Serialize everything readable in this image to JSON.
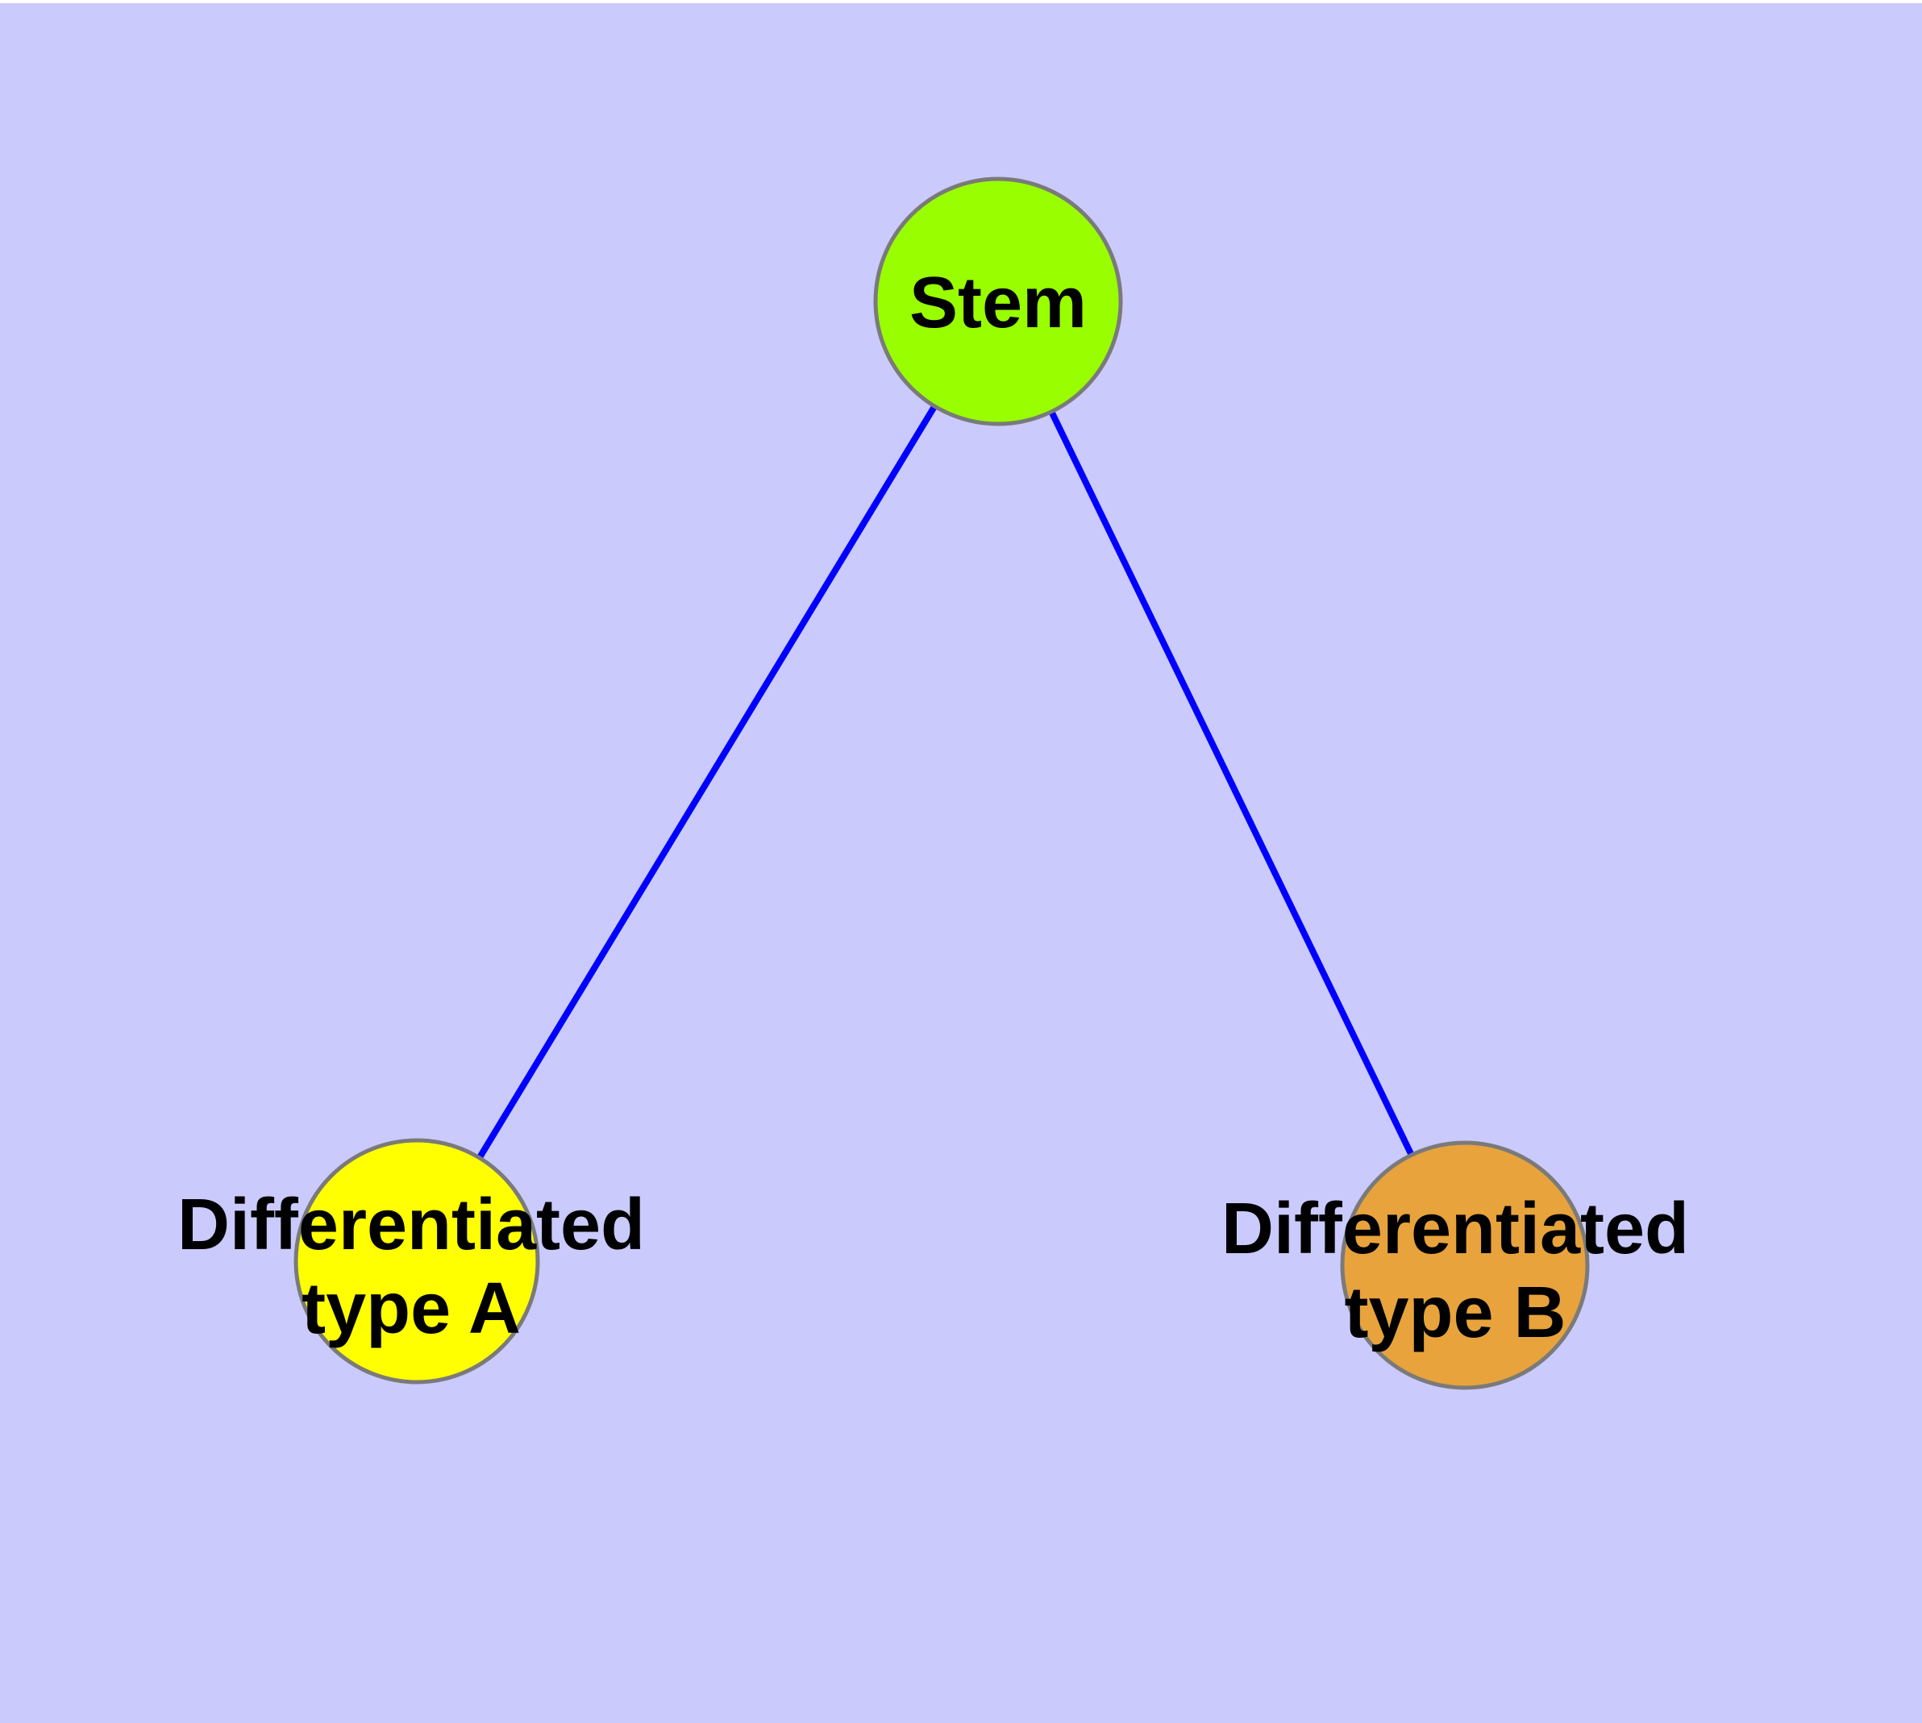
{
  "diagram": {
    "background_color": "#cacafd",
    "edge_color": "#0000ff",
    "node_border_color": "#7a7a7a",
    "label_color": "#000000",
    "nodes": {
      "stem": {
        "label": "Stem",
        "fill": "#99ff00"
      },
      "type_a": {
        "label_lines": [
          "Differentiated",
          "type A"
        ],
        "fill": "#ffff00"
      },
      "type_b": {
        "label_lines": [
          "Differentiated",
          "type B"
        ],
        "fill": "#e8a33c"
      }
    },
    "edges": [
      {
        "from": "Stem",
        "to": "Differentiated type A"
      },
      {
        "from": "Stem",
        "to": "Differentiated type B"
      }
    ]
  }
}
